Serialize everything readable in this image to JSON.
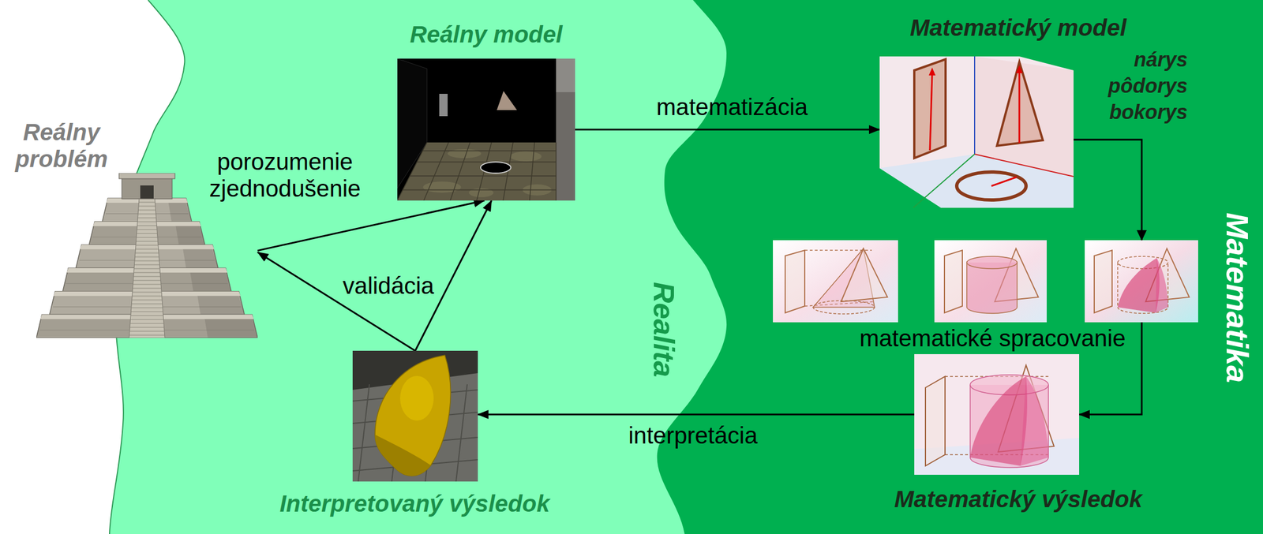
{
  "diagram": {
    "nodes": [
      {
        "text": [
          "Realita"
        ]
      },
      {
        "text": [
          "Reálny problém"
        ],
        "in": 0
      },
      {
        "text": [
          "Reálny model"
        ],
        "in": 0
      },
      {
        "text": [
          "Interpretovaný výsledok"
        ],
        "in": 0
      },
      {
        "text": [
          "Matematika"
        ]
      },
      {
        "text": [
          "Matematický model",
          "nárys pôdorys bokorys"
        ],
        "in": 4
      },
      {
        "text": [
          "Matematický výsledok"
        ],
        "in": 4
      }
    ],
    "edges": [
      {
        "from": 1,
        "to": 2,
        "label": "porozumenie zjednodušenie",
        "arrow": "to"
      },
      {
        "from": 3,
        "to": 1,
        "label": "validácia",
        "arrow": "to"
      },
      {
        "from": 3,
        "to": 2,
        "arrow": "to"
      },
      {
        "from": 2,
        "to": 5,
        "label": "matematizácia",
        "arrow": "to"
      },
      {
        "from": 5,
        "to": 6,
        "label": "matematické spracovanie",
        "arrow": "to"
      },
      {
        "from": 6,
        "to": 3,
        "label": "interpretácia",
        "arrow": "to"
      }
    ]
  }
}
